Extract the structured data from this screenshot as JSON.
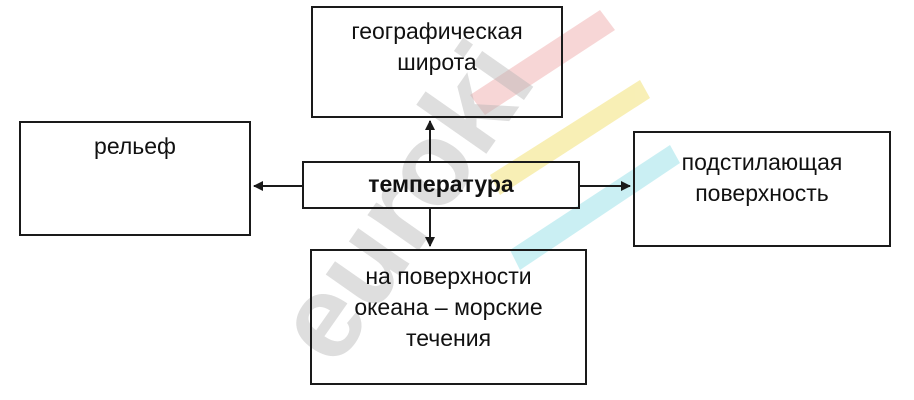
{
  "diagram": {
    "center": {
      "label": "температура"
    },
    "factors": {
      "top": {
        "label": "географическая\nширота"
      },
      "left": {
        "label": "рельеф"
      },
      "right": {
        "label": "подстилающая\nповерхность"
      },
      "bottom": {
        "label": "на поверхности\nокеана – морские\nтечения"
      }
    }
  },
  "watermark": {
    "text": "euroki"
  },
  "colors": {
    "border": "#1a1a1a",
    "text": "#111111",
    "watermark_gray": "#b5b5b5",
    "watermark_red": "#f2b6b6",
    "watermark_yellow": "#f3e27a",
    "watermark_cyan": "#9fe3ea"
  }
}
